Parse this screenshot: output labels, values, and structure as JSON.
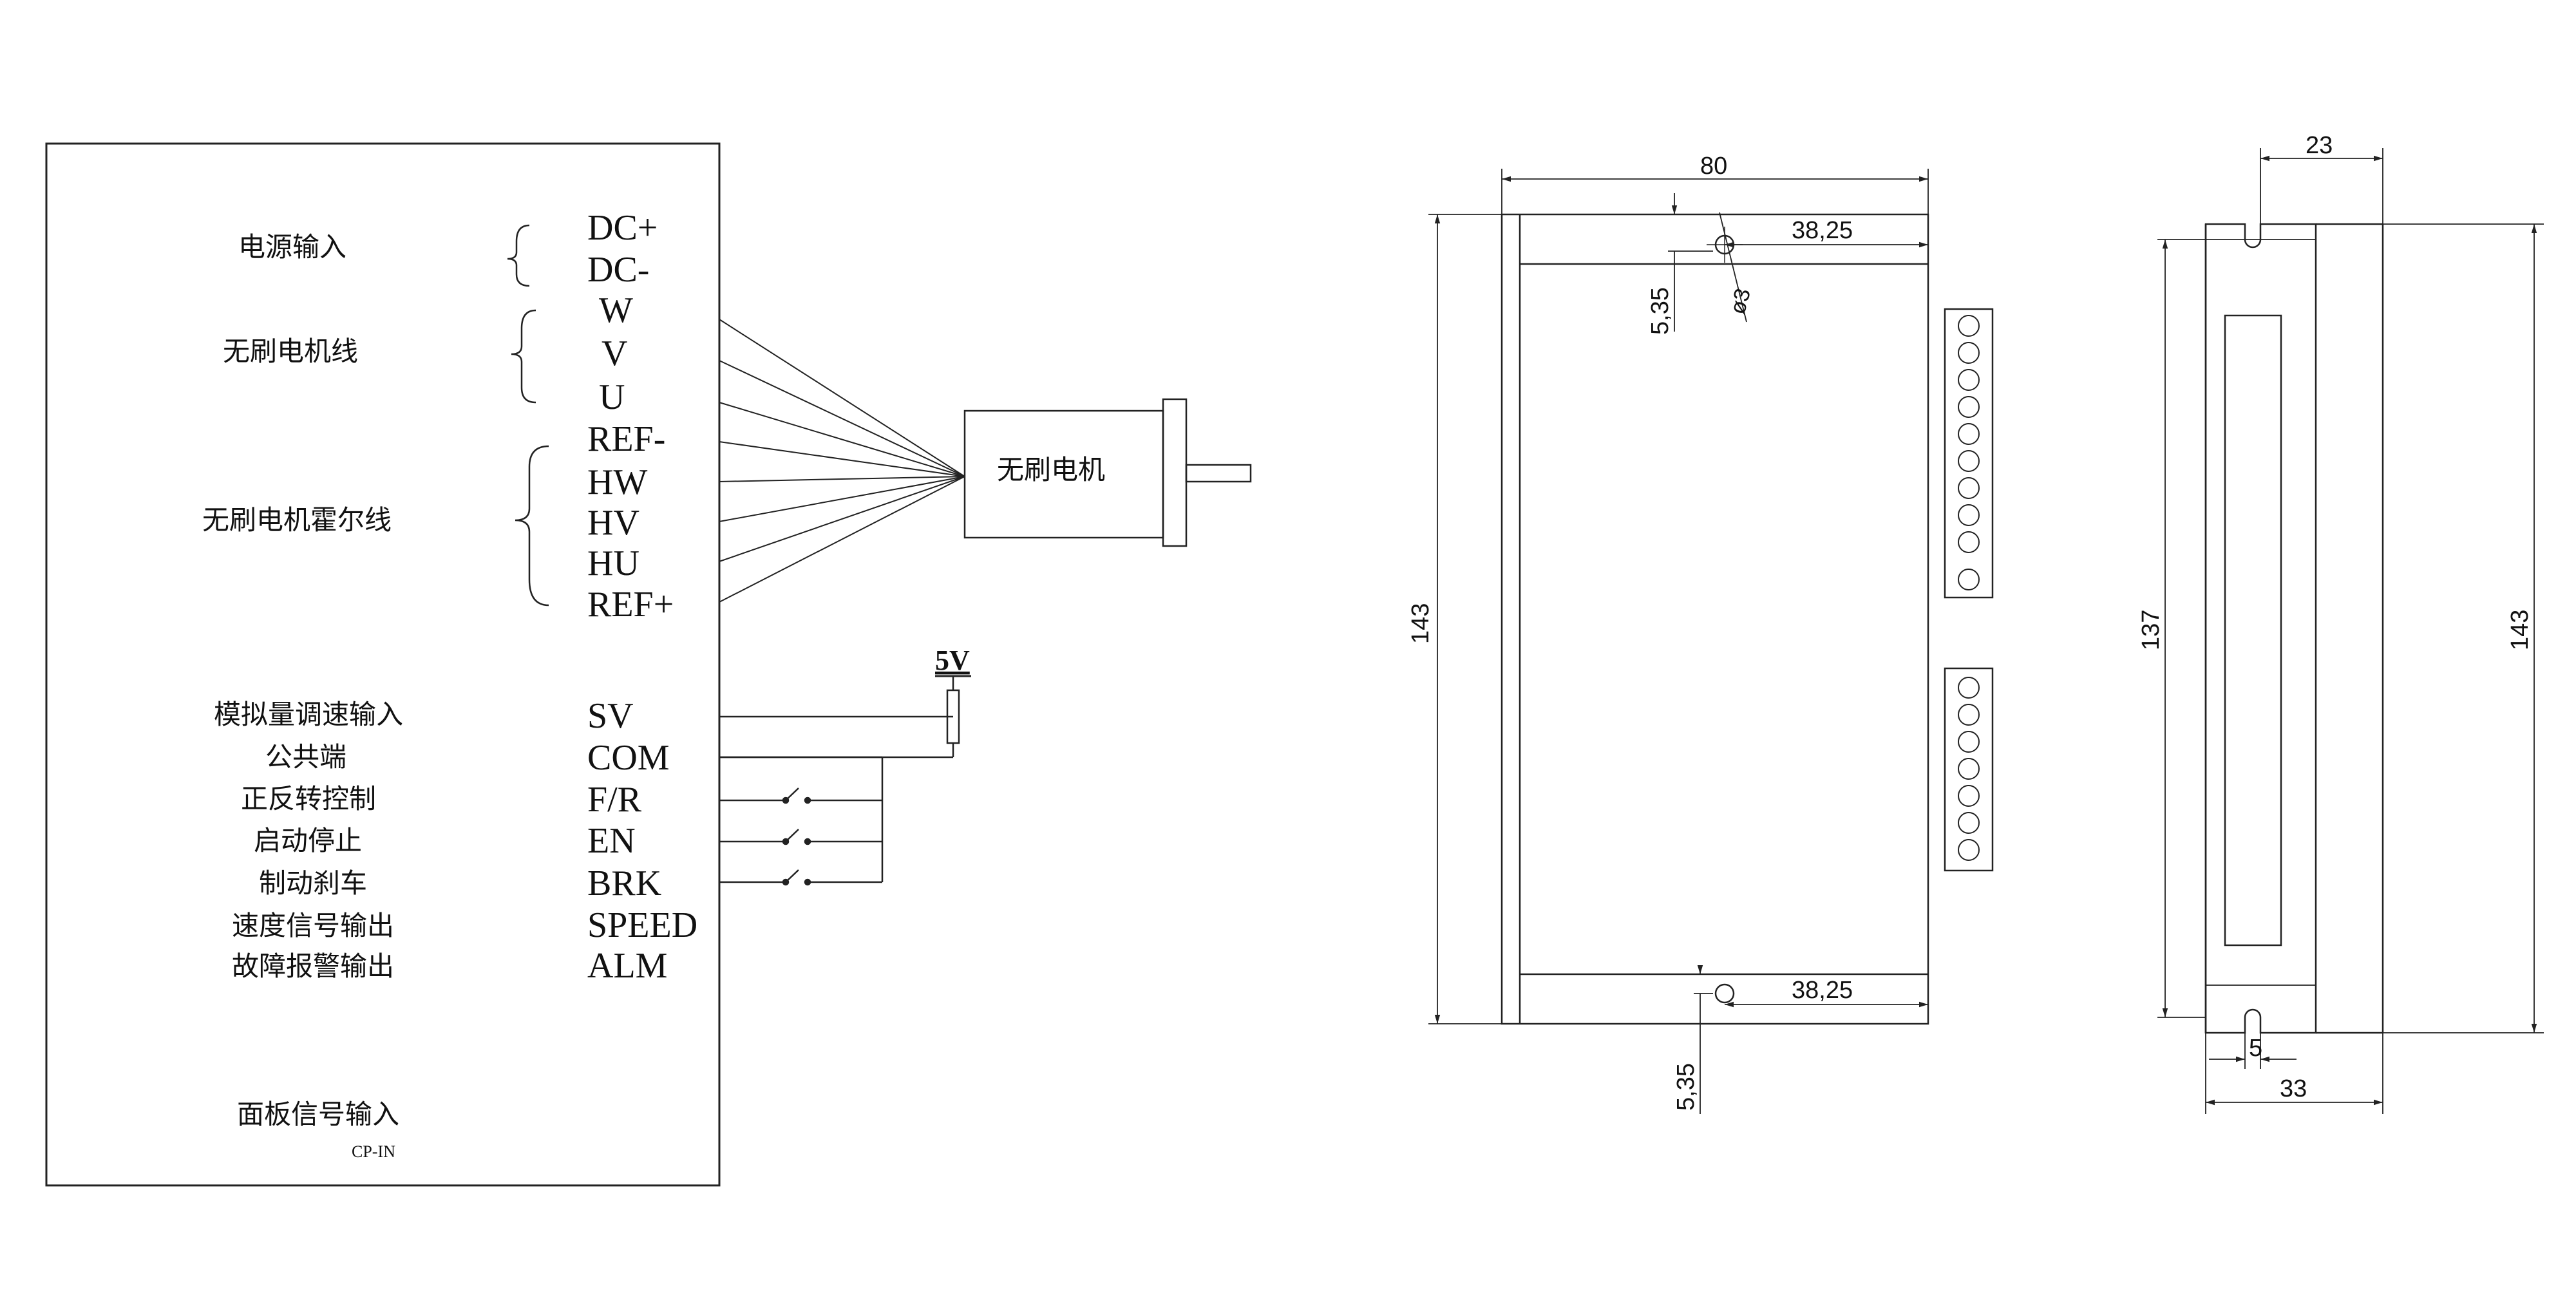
{
  "wiring": {
    "group_labels": {
      "power_input": "电源输入",
      "motor_lines": "无刷电机线",
      "hall_lines": "无刷电机霍尔线"
    },
    "terminals": {
      "dc_plus": "DC+",
      "dc_minus": "DC-",
      "w": "W",
      "v": "V",
      "u": "U",
      "ref_minus": "REF-",
      "hw": "HW",
      "hv": "HV",
      "hu": "HU",
      "ref_plus": "REF+",
      "sv": "SV",
      "com": "COM",
      "fr": "F/R",
      "en": "EN",
      "brk": "BRK",
      "speed": "SPEED",
      "alm": "ALM"
    },
    "signal_labels": {
      "sv": "模拟量调速输入",
      "com": "公共端",
      "fr": "正反转控制",
      "en": "启动停止",
      "brk": "制动刹车",
      "speed": "速度信号输出",
      "alm": "故障报警输出"
    },
    "panel": {
      "label": "面板信号输入",
      "sub": "CP-IN"
    },
    "motor_label": "无刷电机",
    "supply_label": "5V"
  },
  "dimensions": {
    "front": {
      "width": "80",
      "hole_offset_top": "38,25",
      "hole_offset_bottom": "38,25",
      "hole_margin_top": "5,35",
      "hole_margin_bottom": "5,35",
      "hole_diameter": "ø3",
      "height": "143"
    },
    "side": {
      "top_width": "23",
      "inner_height": "137",
      "outer_height": "143",
      "slot_width": "5",
      "bottom_width": "33"
    }
  }
}
